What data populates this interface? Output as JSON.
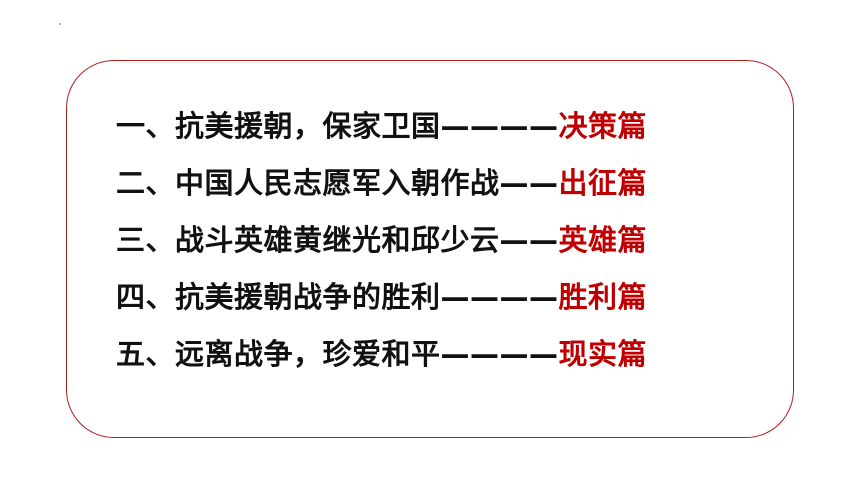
{
  "accent_color": "#c00000",
  "frame_color": "#b11d1d",
  "toc": {
    "items": [
      {
        "title": "一、抗美援朝，保家卫国————",
        "chapter": "决策篇"
      },
      {
        "title": "二、中国人民志愿军入朝作战——",
        "chapter": "出征篇"
      },
      {
        "title": "三、战斗英雄黄继光和邱少云——",
        "chapter": "英雄篇"
      },
      {
        "title": "四、抗美援朝战争的胜利————",
        "chapter": "胜利篇"
      },
      {
        "title": "五、远离战争，珍爱和平————",
        "chapter": "现实篇"
      }
    ]
  }
}
